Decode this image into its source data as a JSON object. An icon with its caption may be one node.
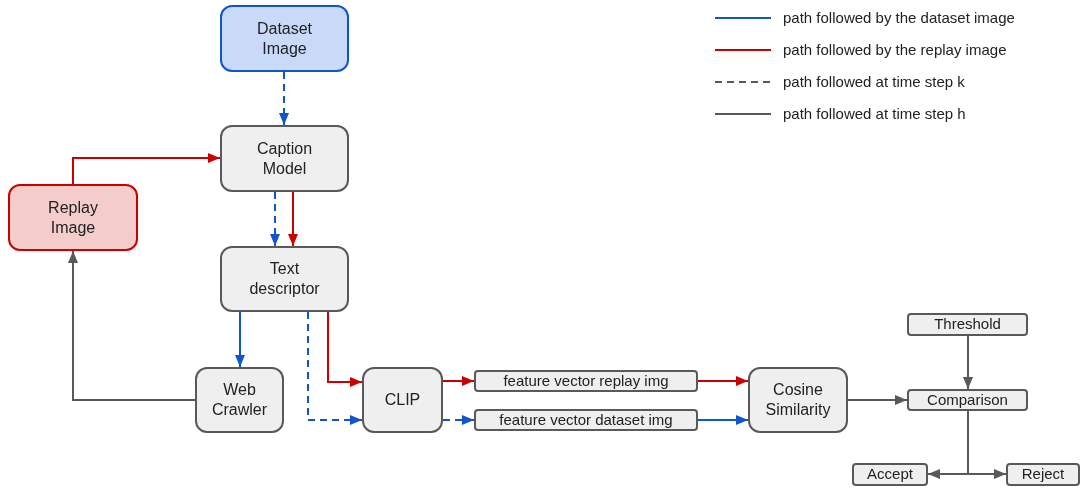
{
  "diagram": {
    "nodes": [
      {
        "text": [
          "Dataset Image"
        ]
      },
      {
        "text": [
          "Caption Model"
        ]
      },
      {
        "text": [
          "Replay Image"
        ]
      },
      {
        "text": [
          "Text descriptor"
        ]
      },
      {
        "text": [
          "Web Crawler"
        ]
      },
      {
        "text": [
          "CLIP"
        ]
      },
      {
        "text": [
          "feature vector replay img"
        ]
      },
      {
        "text": [
          "feature vector dataset img"
        ]
      },
      {
        "text": [
          "Cosine Similarity"
        ]
      },
      {
        "text": [
          "Threshold"
        ]
      },
      {
        "text": [
          "Comparison"
        ]
      },
      {
        "text": [
          "Accept"
        ]
      },
      {
        "text": [
          "Reject"
        ]
      }
    ],
    "edges": [
      {
        "from": 0,
        "to": 1,
        "arrow": "to",
        "style": "dashed"
      },
      {
        "from": 2,
        "to": 1,
        "arrow": "to",
        "color": "#cc0000"
      },
      {
        "from": 1,
        "to": 3,
        "arrow": "to",
        "style": "dashed"
      },
      {
        "from": 1,
        "to": 3,
        "arrow": "to",
        "color": "#cc0000"
      },
      {
        "from": 3,
        "to": 4,
        "arrow": "to"
      },
      {
        "from": 4,
        "to": 2,
        "arrow": "to",
        "color": "#595959"
      },
      {
        "from": 3,
        "to": 5,
        "arrow": "to",
        "color": "#cc0000"
      },
      {
        "from": 3,
        "to": 5,
        "arrow": "to",
        "style": "dashed"
      },
      {
        "from": 5,
        "to": 6,
        "arrow": "to",
        "color": "#cc0000"
      },
      {
        "from": 5,
        "to": 7,
        "arrow": "to",
        "style": "dashed"
      },
      {
        "from": 6,
        "to": 8,
        "arrow": "to",
        "color": "#cc0000"
      },
      {
        "from": 7,
        "to": 8,
        "arrow": "to"
      },
      {
        "from": 8,
        "to": 10,
        "arrow": "to",
        "color": "#595959"
      },
      {
        "from": 9,
        "to": 10,
        "arrow": "to",
        "color": "#595959"
      },
      {
        "from": 10,
        "to": 11,
        "arrow": "to",
        "color": "#595959"
      },
      {
        "from": 10,
        "to": 12,
        "arrow": "to",
        "color": "#595959"
      }
    ],
    "legend": [
      {
        "text": "path followed by the dataset image"
      },
      {
        "text": "path followed by the replay image"
      },
      {
        "text": "path followed at time step k"
      },
      {
        "text": "path followed at time step h"
      }
    ]
  }
}
